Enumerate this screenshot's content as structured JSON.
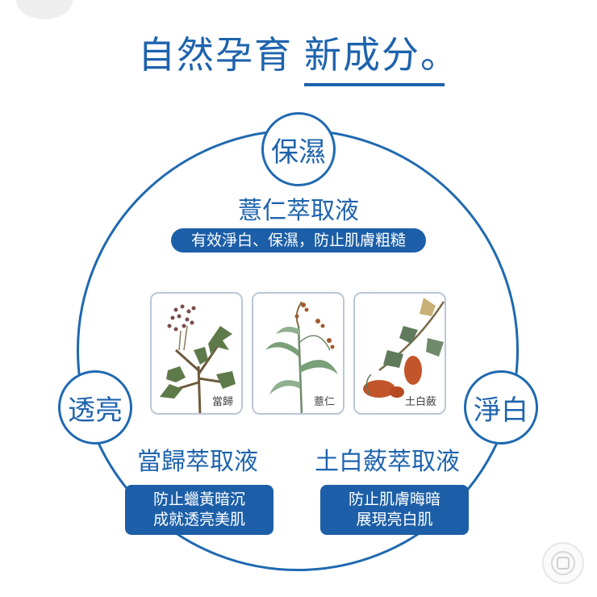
{
  "header": {
    "title_part1": "自然孕育",
    "title_part2": "新成分。"
  },
  "top": {
    "badge": "保濕",
    "extract": "薏仁萃取液",
    "benefit": "有效淨白、保濕，防止肌膚粗糙"
  },
  "left": {
    "badge": "透亮",
    "extract": "當歸萃取液",
    "benefit_line1": "防止蠟黃暗沉",
    "benefit_line2": "成就透亮美肌"
  },
  "right": {
    "badge": "淨白",
    "extract": "土白蘞萃取液",
    "benefit_line1": "防止肌膚晦暗",
    "benefit_line2": "展現亮白肌"
  },
  "plants": [
    {
      "caption": "當歸",
      "icon": "angelica-illustration"
    },
    {
      "caption": "薏仁",
      "icon": "coix-seed-illustration"
    },
    {
      "caption": "土白蘞",
      "icon": "ampelopsis-illustration"
    }
  ],
  "colors": {
    "primary_blue": "#1e63ad",
    "pill_blue": "#1c5fa8"
  }
}
